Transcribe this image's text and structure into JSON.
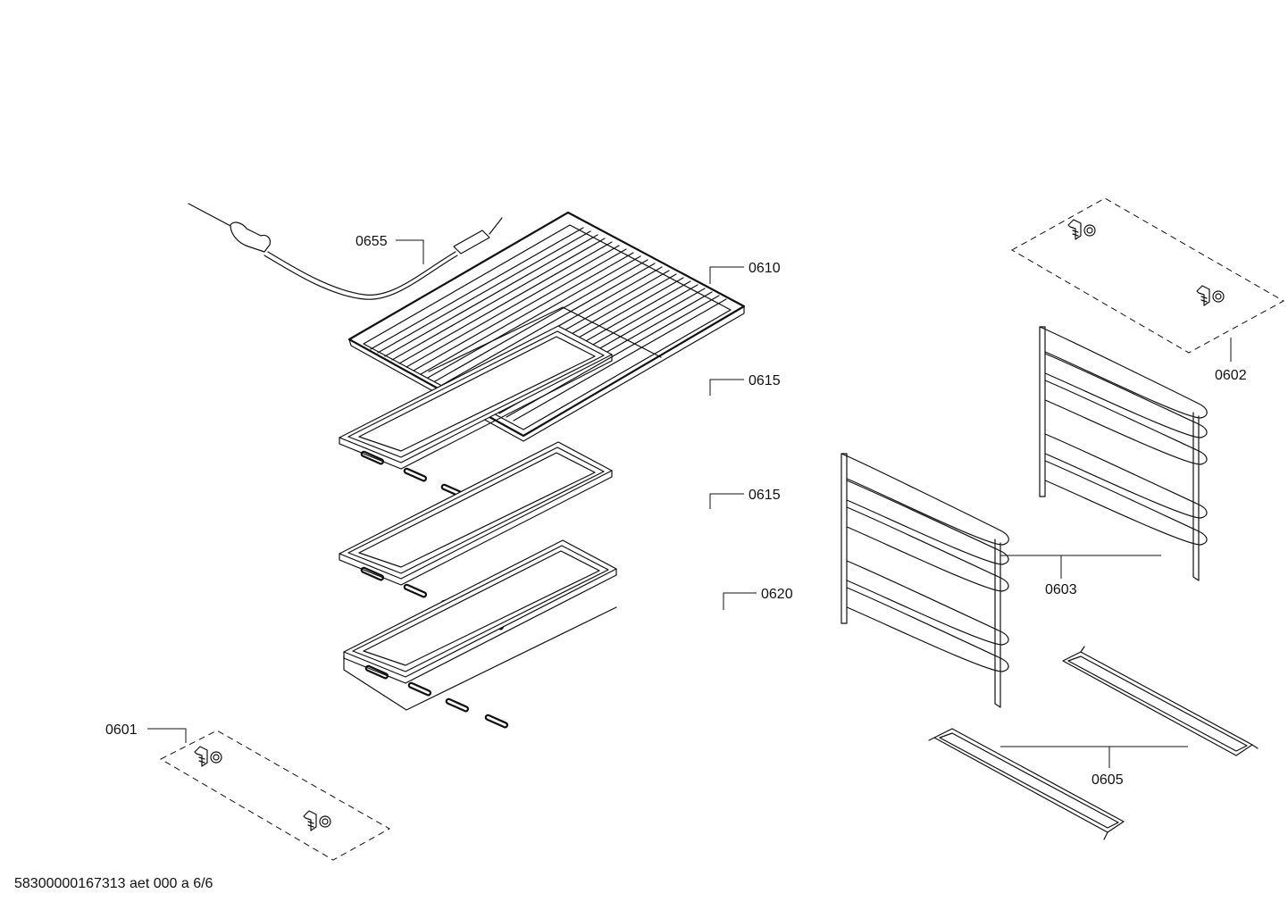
{
  "parts": {
    "p0655": "0655",
    "p0610": "0610",
    "p0615a": "0615",
    "p0615b": "0615",
    "p0620": "0620",
    "p0601": "0601",
    "p0602": "0602",
    "p0603": "0603",
    "p0605": "0605"
  },
  "footer": "58300000167313 aet 000 a 6/6"
}
